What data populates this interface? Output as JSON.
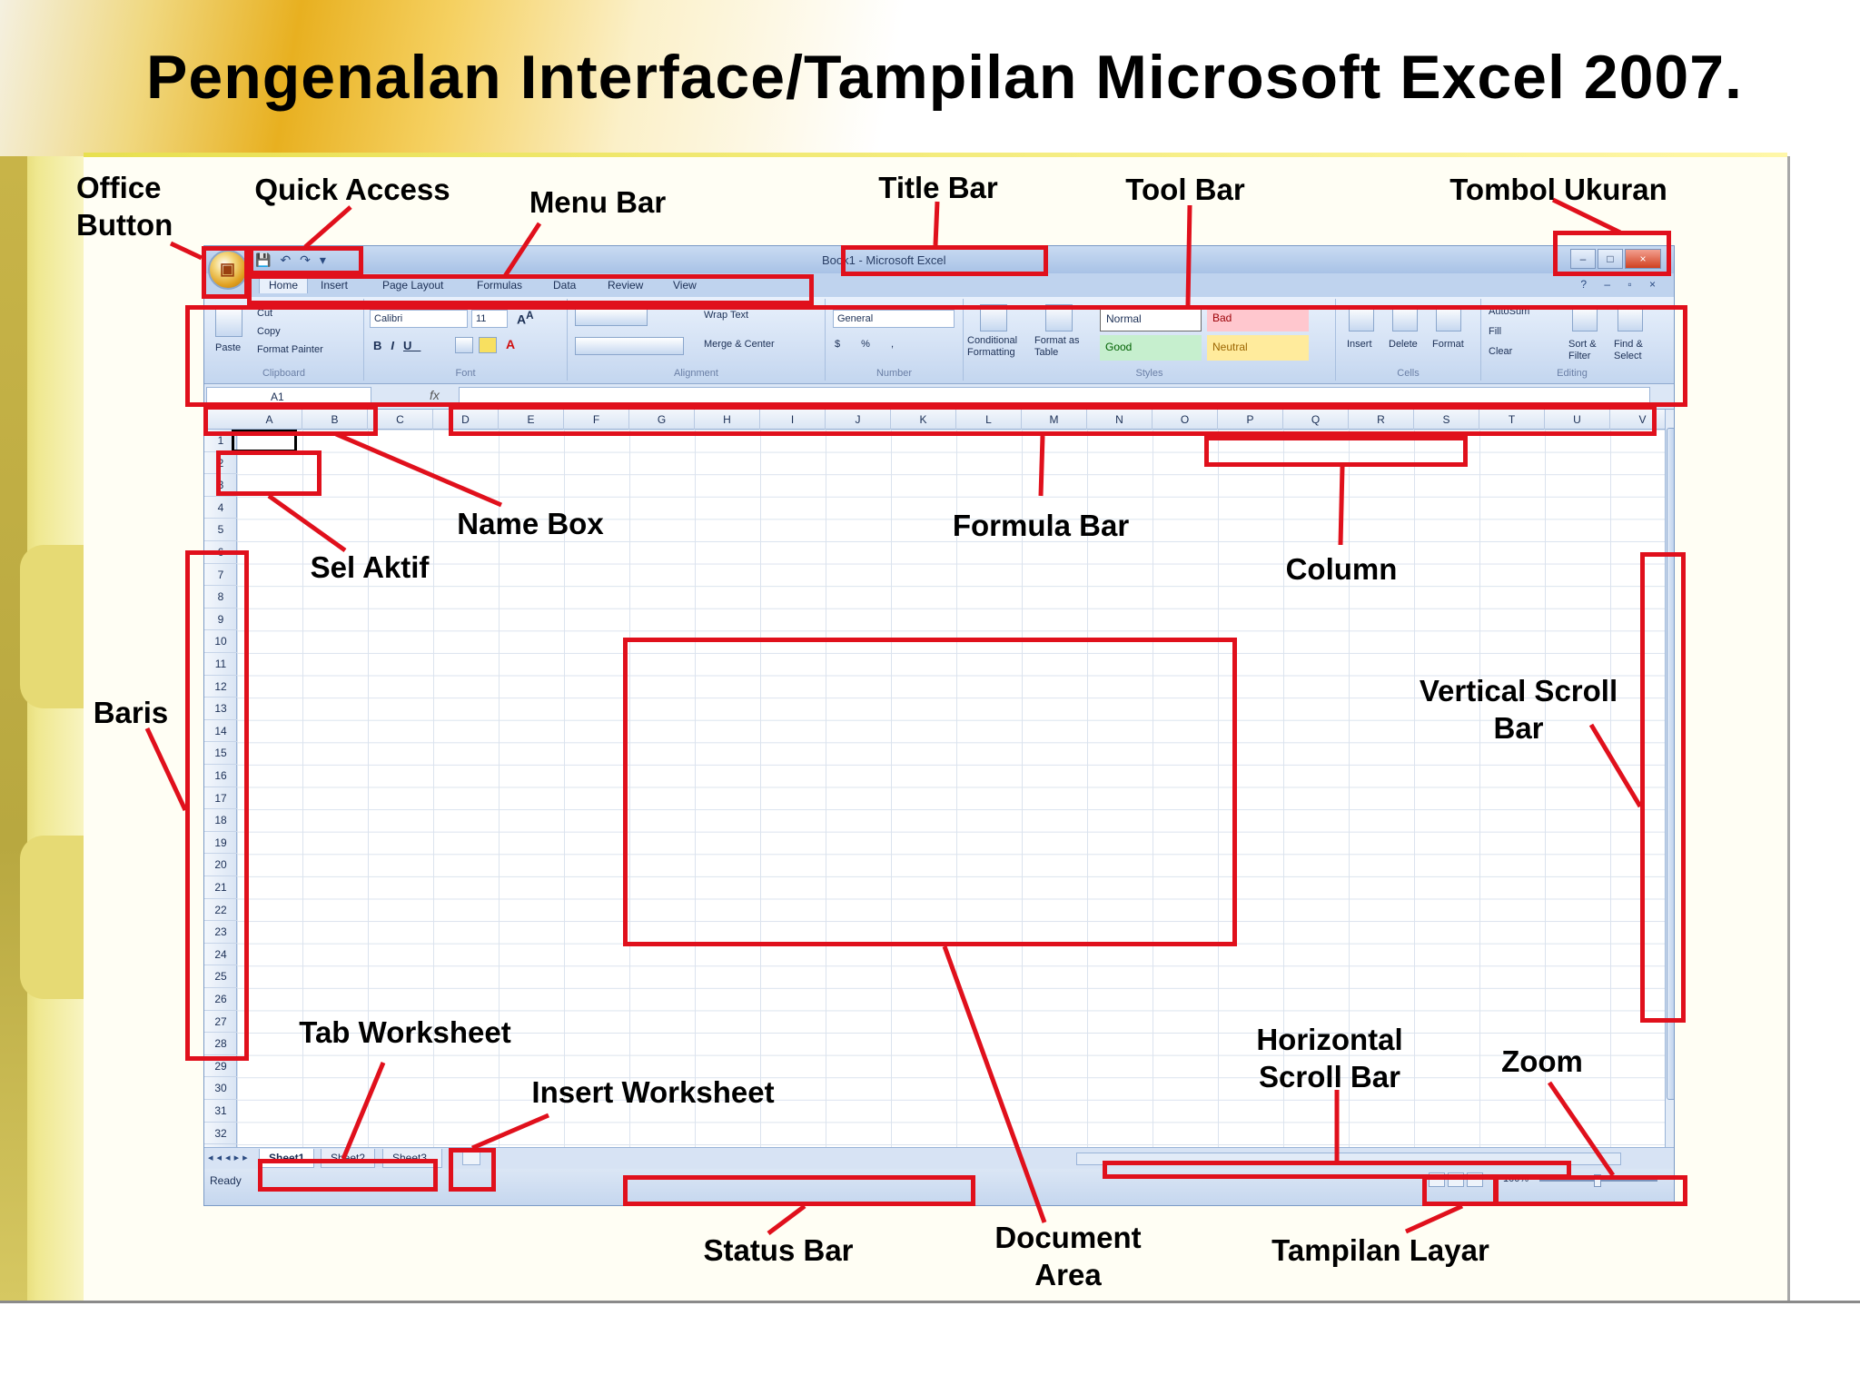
{
  "title": "Pengenalan Interface/Tampilan Microsoft Excel 2007.",
  "labels": {
    "office_button": "Office\nButton",
    "quick_access": "Quick Access",
    "menu_bar": "Menu Bar",
    "title_bar": "Title Bar",
    "tool_bar": "Tool Bar",
    "tombol_ukuran": "Tombol Ukuran",
    "name_box": "Name Box",
    "formula_bar": "Formula Bar",
    "sel_aktif": "Sel Aktif",
    "column": "Column",
    "baris": "Baris",
    "vertical_scroll_bar": "Vertical Scroll\nBar",
    "tab_worksheet": "Tab Worksheet",
    "insert_worksheet": "Insert Worksheet",
    "horizontal_scroll_bar": "Horizontal\nScroll Bar",
    "zoom": "Zoom",
    "status_bar": "Status Bar",
    "document_area": "Document\nArea",
    "tampilan_layar": "Tampilan Layar"
  },
  "excel": {
    "window_title": "Book1 - Microsoft Excel",
    "tabs": [
      "Home",
      "Insert",
      "Page Layout",
      "Formulas",
      "Data",
      "Review",
      "View"
    ],
    "ribbon": {
      "clipboard": {
        "label": "Clipboard",
        "paste": "Paste",
        "cut": "Cut",
        "copy": "Copy",
        "format_painter": "Format Painter"
      },
      "font": {
        "label": "Font",
        "name": "Calibri",
        "size": "11"
      },
      "alignment": {
        "label": "Alignment",
        "wrap_text": "Wrap Text",
        "merge_center": "Merge & Center"
      },
      "number": {
        "label": "Number",
        "format": "General"
      },
      "styles": {
        "label": "Styles",
        "conditional": "Conditional Formatting",
        "format_table": "Format as Table",
        "normal": "Normal",
        "bad": "Bad",
        "good": "Good",
        "neutral": "Neutral"
      },
      "cells": {
        "label": "Cells",
        "insert": "Insert",
        "delete": "Delete",
        "format": "Format"
      },
      "editing": {
        "label": "Editing",
        "autosum": "AutoSum",
        "fill": "Fill",
        "clear": "Clear",
        "sort_filter": "Sort & Filter",
        "find_select": "Find & Select"
      }
    },
    "name_box_value": "A1",
    "fx": "fx",
    "columns": [
      "A",
      "B",
      "C",
      "D",
      "E",
      "F",
      "G",
      "H",
      "I",
      "J",
      "K",
      "L",
      "M",
      "N",
      "O",
      "P",
      "Q",
      "R",
      "S",
      "T",
      "U",
      "V"
    ],
    "rows": [
      "1",
      "2",
      "3",
      "4",
      "5",
      "6",
      "7",
      "8",
      "9",
      "10",
      "11",
      "12",
      "13",
      "14",
      "15",
      "16",
      "17",
      "18",
      "19",
      "20",
      "21",
      "22",
      "23",
      "24",
      "25",
      "26",
      "27",
      "28",
      "29",
      "30",
      "31",
      "32"
    ],
    "sheets": [
      "Sheet1",
      "Sheet2",
      "Sheet3"
    ],
    "status": "Ready",
    "zoom_level": "100%"
  },
  "colors": {
    "highlight": "#e0101c",
    "accent": "#e8b020"
  }
}
